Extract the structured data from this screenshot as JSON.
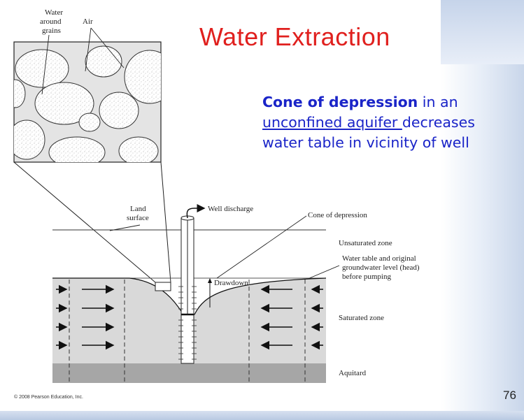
{
  "slide": {
    "title": "Water Extraction",
    "description_bold": "Cone of depression",
    "description_after_bold": " in an",
    "description_underlined": "unconfined aquifer ",
    "description_rest": "decreases water table in vicinity of well",
    "page_number": "76",
    "copyright": "© 2008 Pearson Education, Inc."
  },
  "diagram": {
    "inset_label_water_line1": "Water",
    "inset_label_water_line2": "around",
    "inset_label_water_line3": "grains",
    "inset_label_air": "Air",
    "label_land_line1": "Land",
    "label_land_line2": "surface",
    "label_well_discharge": "Well discharge",
    "label_cone": "Cone of depression",
    "label_unsaturated": "Unsaturated zone",
    "label_watertable_line1": "Water table and original",
    "label_watertable_line2": "groundwater level (head)",
    "label_watertable_line3": "before pumping",
    "label_drawdown": "Drawdown",
    "label_saturated": "Saturated zone",
    "label_aquitard": "Aquitard",
    "colors": {
      "saturated": "#d9d9d9",
      "aquitard": "#a6a6a6",
      "inset_bg": "#e3e3e3"
    }
  }
}
